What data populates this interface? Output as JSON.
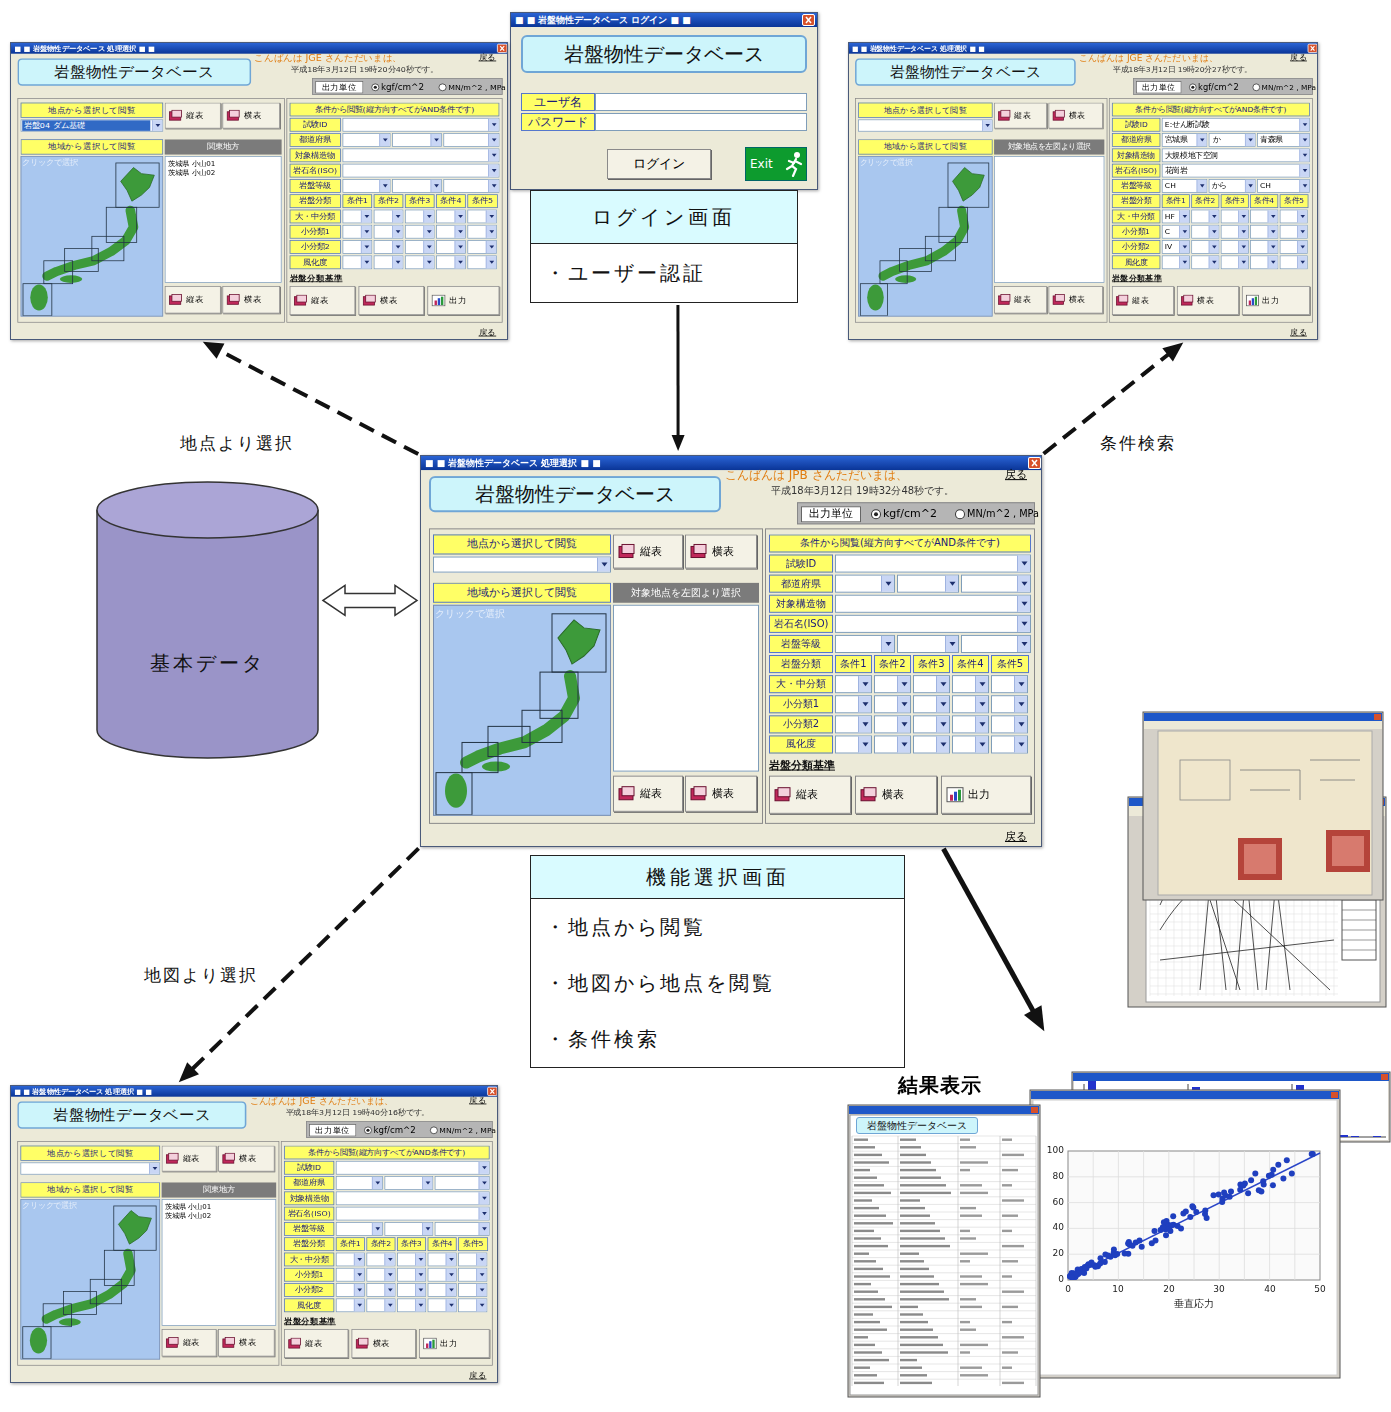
{
  "diagram": {
    "nodes": [
      {
        "text": [
          "■ ■ 岩盤物性データベース ログイン ■ ■"
        ]
      },
      {
        "text": [
          "ログイン画面",
          "・ユーザー認証"
        ]
      },
      {
        "text": [
          "■ ■ 岩盤物性データベース 処理選択 ■ ■"
        ]
      },
      {
        "text": [
          "■ ■ 岩盤物性データベース 処理選択 ■ ■"
        ]
      },
      {
        "text": [
          "■ ■ 岩盤物性データベース 処理選択 ■ ■"
        ]
      },
      {
        "text": [
          "基本データ"
        ]
      },
      {
        "text": [
          "機能選択画面",
          "・地点から閲覧",
          "・地図から地点を閲覧",
          "・条件検索"
        ]
      },
      {
        "text": [
          "■ ■ 岩盤物性データベース 処理選択 ■ ■"
        ]
      },
      {
        "text": [
          "結果表示"
        ]
      }
    ],
    "edges": [
      {
        "from": 1,
        "to": 4,
        "arrow": "to"
      },
      {
        "from": 4,
        "to": 2,
        "label": "地点より選択",
        "arrow": "to"
      },
      {
        "from": 4,
        "to": 3,
        "label": "条件検索",
        "arrow": "to"
      },
      {
        "from": 4,
        "to": 7,
        "label": "地図より選択",
        "arrow": "to"
      },
      {
        "from": 4,
        "to": 8,
        "arrow": "to"
      },
      {
        "from": 5,
        "to": 4,
        "arrow": "both"
      }
    ],
    "labels": [
      "岩盤物性データベース",
      "ユーザ名",
      "パスワード",
      "ログイン",
      "Exit",
      "岩盤物性データベース",
      "こんばんは JGE さんただいまは、",
      "平成18年3月12日 19時20分40秒です。",
      "戻る",
      "出力単位",
      "kgf/cm^2",
      "MN/m^2 , MPa",
      "地点から選択して閲覧",
      "縦表",
      "横表",
      "地域から選択して閲覧",
      "関東地方",
      "クリックで選択",
      "縦表",
      "横表",
      "条件から閲覧(縦方向すべてがAND条件です)",
      "試験ID",
      "都道府県",
      "対象構造物",
      "岩石名(ISO)",
      "岩盤等級",
      "岩盤分類",
      "条件1",
      "条件2",
      "条件3",
      "条件4",
      "条件5",
      "大・中分類",
      "小分類1",
      "小分類2",
      "風化度",
      "岩盤分類基準",
      "縦表",
      "横表",
      "出力",
      "戻る",
      "岩盤04 ダム基礎",
      "茨城県 小山01",
      "茨城県 小山02",
      "岩盤物性データベース",
      "こんばんは JGE さんただいまは、",
      "平成18年3月12日 19時20分27秒です。",
      "戻る",
      "出力単位",
      "kgf/cm^2",
      "MN/m^2 , MPa",
      "地点から選択して閲覧",
      "縦表",
      "横表",
      "地域から選択して閲覧",
      "対象地点を左図より選択",
      "クリックで選択",
      "縦表",
      "横表",
      "条件から閲覧(縦方向すべてがAND条件です)",
      "試験ID",
      "都道府県",
      "対象構造物",
      "岩石名(ISO)",
      "岩盤等級",
      "岩盤分類",
      "条件1",
      "条件2",
      "条件3",
      "条件4",
      "条件5",
      "大・中分類",
      "小分類1",
      "小分類2",
      "風化度",
      "岩盤分類基準",
      "縦表",
      "横表",
      "出力",
      "戻る",
      "E:せん断試験",
      "宮城県",
      "か",
      "青森県",
      "大規模地下空洞",
      "花崗岩",
      "CH",
      "から",
      "CH",
      "HF",
      "C",
      "IV",
      "岩盤物性データベース",
      "こんばんは JPB さんただいまは、",
      "平成18年3月12日 19時32分48秒です。",
      "戻る",
      "出力単位",
      "kgf/cm^2",
      "MN/m^2 , MPa",
      "地点から選択して閲覧",
      "縦表",
      "横表",
      "地域から選択して閲覧",
      "対象地点を左図より選択",
      "クリックで選択",
      "縦表",
      "横表",
      "条件から閲覧(縦方向すべてがAND条件です)",
      "試験ID",
      "都道府県",
      "対象構造物",
      "岩石名(ISO)",
      "岩盤等級",
      "岩盤分類",
      "条件1",
      "条件2",
      "条件3",
      "条件4",
      "条件5",
      "大・中分類",
      "小分類1",
      "小分類2",
      "風化度",
      "岩盤分類基準",
      "縦表",
      "横表",
      "出力",
      "戻る",
      "岩盤物性データベース",
      "こんばんは JGE さんただいまは、",
      "平成18年3月12日 19時40分16秒です。",
      "戻る",
      "出力単位",
      "kgf/cm^2",
      "MN/m^2 , MPa",
      "地点から選択して閲覧",
      "縦表",
      "横表",
      "地域から選択して閲覧",
      "関東地方",
      "クリックで選択",
      "縦表",
      "横表",
      "条件から閲覧(縦方向すべてがAND条件です)",
      "試験ID",
      "都道府県",
      "対象構造物",
      "岩石名(ISO)",
      "岩盤等級",
      "岩盤分類",
      "条件1",
      "条件2",
      "条件3",
      "条件4",
      "条件5",
      "大・中分類",
      "小分類1",
      "小分類2",
      "風化度",
      "岩盤分類基準",
      "縦表",
      "横表",
      "出力",
      "戻る",
      "茨城県 小山01",
      "茨城県 小山02",
      "岩盤物性データベース",
      "垂直応力",
      "0",
      "20",
      "40",
      "60",
      "80",
      "100",
      "0",
      "10",
      "20",
      "30",
      "40",
      "50"
    ]
  }
}
